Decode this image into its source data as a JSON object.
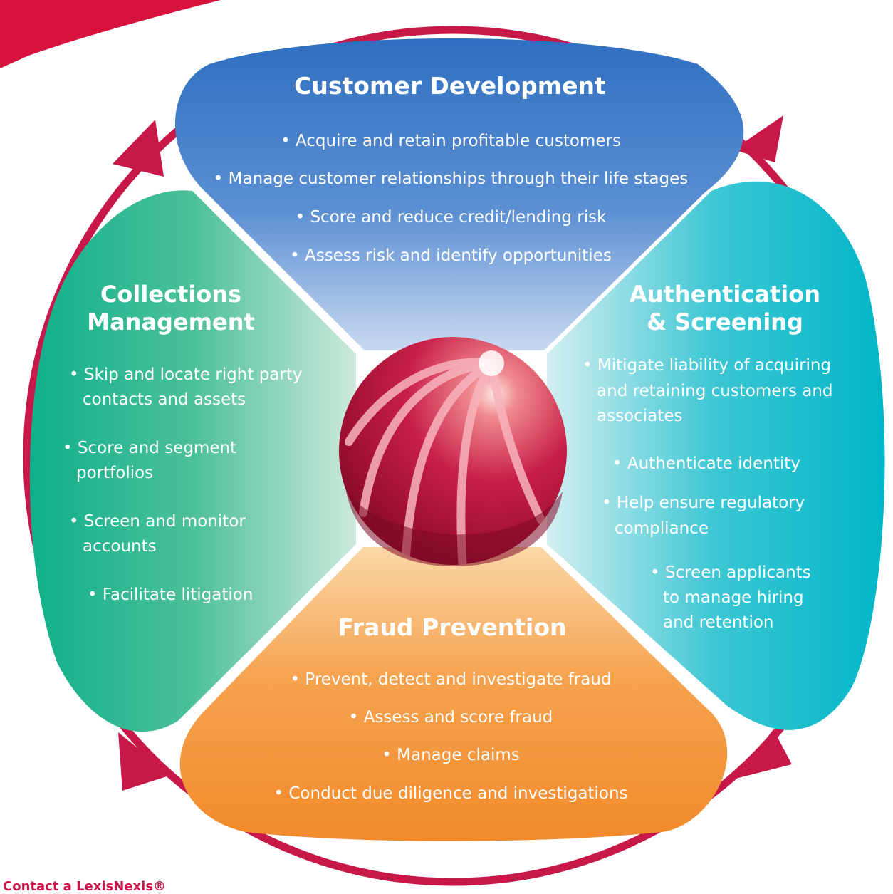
{
  "colors": {
    "ring": "#c8184a",
    "corner_band": "#d8123f",
    "customer_development": "#3578c6",
    "authentication_screening": "#0db9c6",
    "fraud_prevention": "#f28b2d",
    "collections_management": "#14b48c",
    "sphere": "#b8163c"
  },
  "quadrants": {
    "customer_development": {
      "title": "Customer Development",
      "items": [
        "• Acquire and retain profitable customers",
        "• Manage customer relationships through their life stages",
        "• Score and reduce credit/lending risk",
        "• Assess risk and identify opportunities"
      ]
    },
    "authentication_screening": {
      "title_line1": "Authentication",
      "title_line2": "& Screening",
      "items": [
        [
          "• Mitigate liability of acquiring",
          "and retaining customers and",
          "associates"
        ],
        [
          "• Authenticate identity"
        ],
        [
          "• Help ensure regulatory",
          "compliance"
        ],
        [
          "• Screen applicants",
          "to manage hiring",
          "and retention"
        ]
      ]
    },
    "fraud_prevention": {
      "title": "Fraud Prevention",
      "items": [
        "• Prevent, detect and investigate fraud",
        "• Assess and score fraud",
        "• Manage claims",
        "• Conduct due diligence and investigations"
      ]
    },
    "collections_management": {
      "title_line1": "Collections",
      "title_line2": "Management",
      "items": [
        [
          "• Skip and locate right party",
          "contacts and assets"
        ],
        [
          "• Score and segment",
          "portfolios"
        ],
        [
          "• Screen and monitor",
          "accounts"
        ],
        [
          "• Facilitate litigation"
        ]
      ]
    }
  },
  "footer": {
    "text": "Contact a LexisNexis®"
  }
}
